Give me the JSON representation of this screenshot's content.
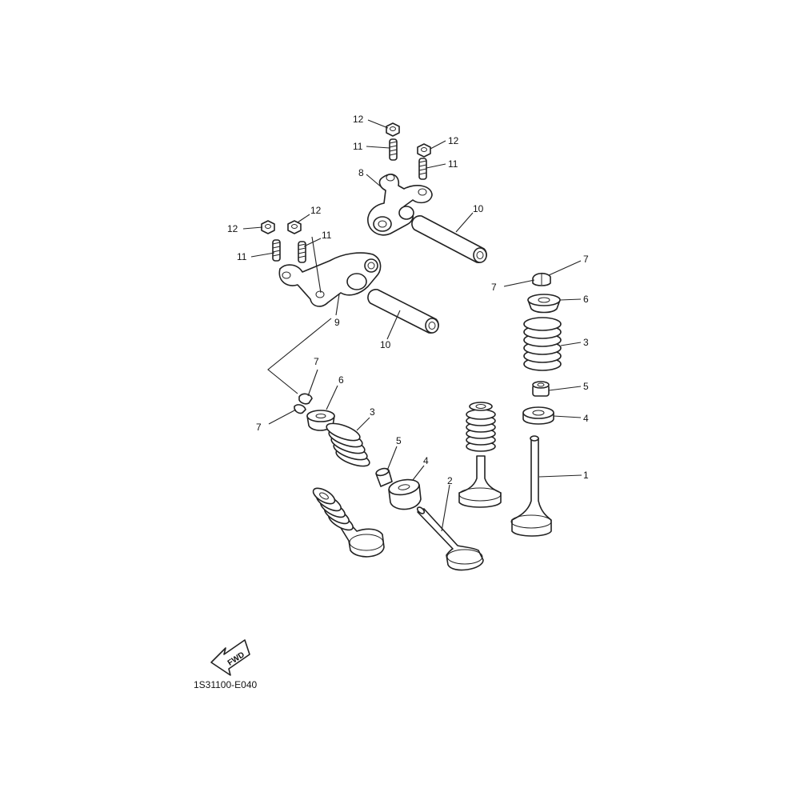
{
  "diagram": {
    "labels": [
      "12",
      "11",
      "12",
      "11",
      "8",
      "10",
      "12",
      "12",
      "11",
      "11",
      "9",
      "10",
      "7",
      "7",
      "6",
      "3",
      "5",
      "4",
      "1",
      "7",
      "6",
      "7",
      "3",
      "5",
      "4",
      "2"
    ],
    "fwd": "FWD",
    "code": "1S31100-E040"
  }
}
